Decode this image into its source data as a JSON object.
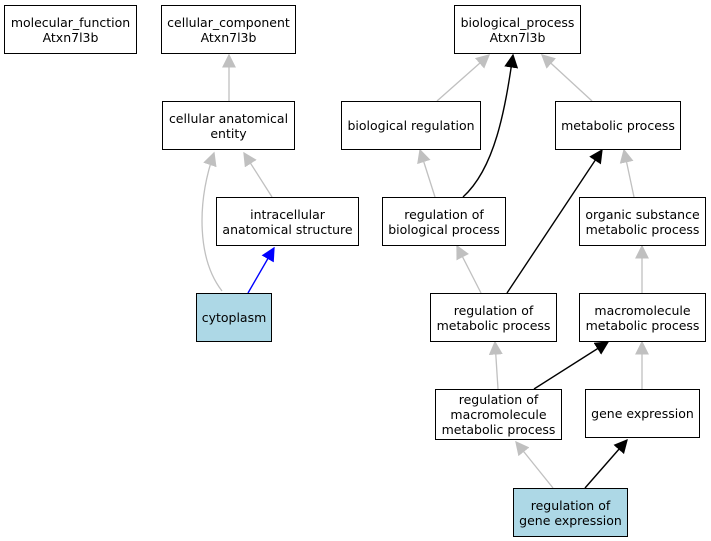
{
  "colors": {
    "node_fill": "#ffffff",
    "highlight_fill": "#add8e6",
    "edge_gray": "#c0c0c0",
    "edge_black": "#000000",
    "edge_blue": "#0000ff"
  },
  "nodes": {
    "molecular_function": {
      "line1": "molecular_function",
      "line2": "Atxn7l3b"
    },
    "cellular_component": {
      "line1": "cellular_component",
      "line2": "Atxn7l3b"
    },
    "biological_process": {
      "line1": "biological_process",
      "line2": "Atxn7l3b"
    },
    "cellular_anatomical_entity": {
      "line1": "cellular anatomical",
      "line2": "entity"
    },
    "biological_regulation": {
      "line1": "biological regulation"
    },
    "metabolic_process": {
      "line1": "metabolic process"
    },
    "intracellular_anatomical_structure": {
      "line1": "intracellular",
      "line2": "anatomical structure"
    },
    "regulation_of_biological_process": {
      "line1": "regulation of",
      "line2": "biological process"
    },
    "organic_substance_metabolic_process": {
      "line1": "organic substance",
      "line2": "metabolic process"
    },
    "cytoplasm": {
      "line1": "cytoplasm"
    },
    "regulation_of_metabolic_process": {
      "line1": "regulation of",
      "line2": "metabolic process"
    },
    "macromolecule_metabolic_process": {
      "line1": "macromolecule",
      "line2": "metabolic process"
    },
    "regulation_of_macromolecule_metabolic_process": {
      "line1": "regulation of",
      "line2": "macromolecule",
      "line3": "metabolic process"
    },
    "gene_expression": {
      "line1": "gene expression"
    },
    "regulation_of_gene_expression": {
      "line1": "regulation of",
      "line2": "gene expression"
    }
  }
}
